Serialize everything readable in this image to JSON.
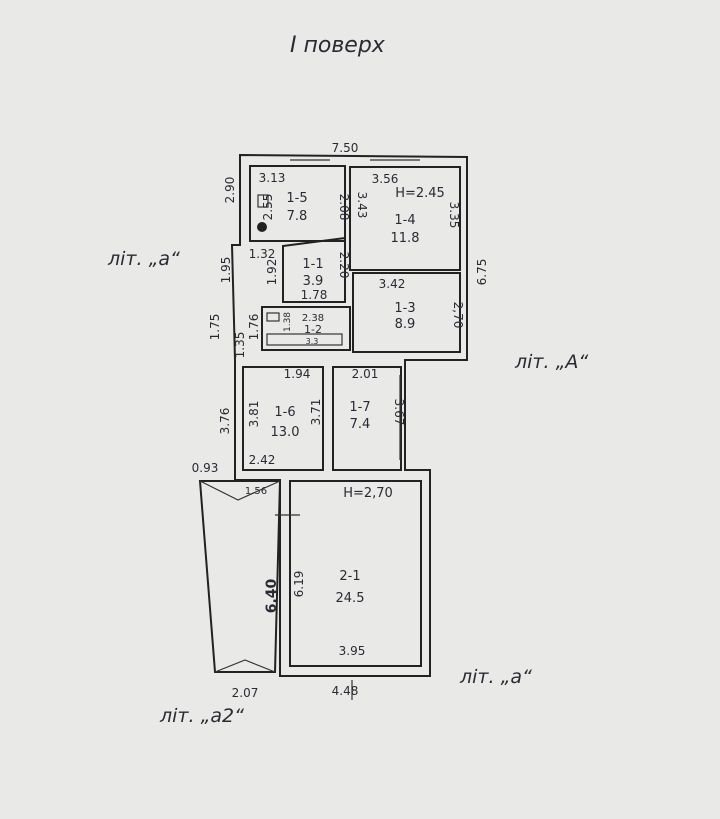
{
  "title": "I поверх",
  "labels": {
    "lit_a_top": "літ. „а“",
    "lit_A": "літ. „А“",
    "lit_a_bottom": "літ. „а“",
    "lit_a2": "літ. „а2“"
  },
  "rooms": [
    {
      "id": "1-1",
      "area": "3.9"
    },
    {
      "id": "1-2",
      "area": "",
      "fixture": "3.3"
    },
    {
      "id": "1-3",
      "area": "8.9"
    },
    {
      "id": "1-4",
      "area": "11.8",
      "height": "H=2.45"
    },
    {
      "id": "1-5",
      "area": "7.8"
    },
    {
      "id": "1-6",
      "area": "13.0"
    },
    {
      "id": "1-7",
      "area": "7.4"
    },
    {
      "id": "2-1",
      "area": "24.5",
      "height": "H=2,70"
    }
  ],
  "dimensions": {
    "d750": "7.50",
    "d313": "3.13",
    "d255": "2.55",
    "d208": "2.08",
    "d356": "3.56",
    "d343": "3.43",
    "d335": "3.35",
    "d675": "6.75",
    "d290": "2.90",
    "d132": "1.32",
    "d195": "1.95",
    "d192": "1.92",
    "d220": "2.20",
    "d178": "1.78",
    "d342": "3.42",
    "d270": "2,70",
    "d175": "1.75",
    "d176": "1.76",
    "d135": "1.35",
    "d138": "1.38",
    "d238": "2.38",
    "d194": "1.94",
    "d201": "2.01",
    "d381": "3.81",
    "d371": "3.71",
    "d367": "3.67",
    "d376": "3.76",
    "d242": "2.42",
    "d093": "0.93",
    "d156": "1.56",
    "d640": "6.40",
    "d619": "6.19",
    "d395": "3.95",
    "d207": "2.07",
    "d448": "4.48"
  }
}
